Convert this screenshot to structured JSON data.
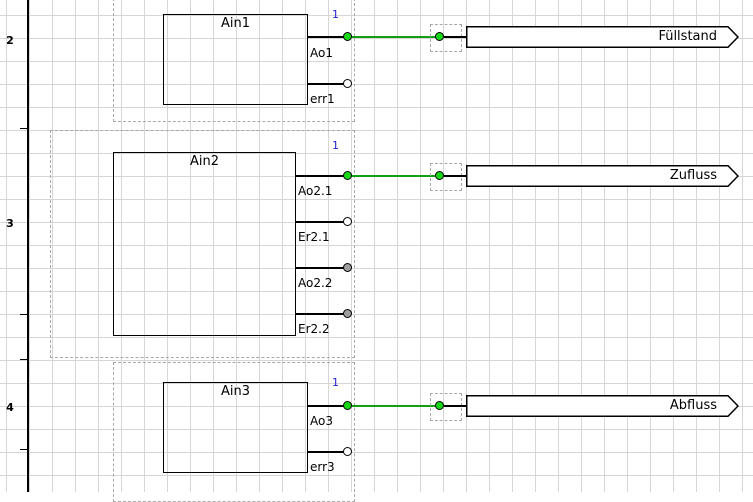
{
  "rows": [
    {
      "label": "2"
    },
    {
      "label": "3"
    },
    {
      "label": "4"
    }
  ],
  "blocks": [
    {
      "title": "Ain1",
      "pin_number": "1",
      "pins": [
        {
          "label": "Ao1",
          "state": "green"
        },
        {
          "label": "err1",
          "state": "white"
        }
      ],
      "output_label": "Füllstand"
    },
    {
      "title": "Ain2",
      "pin_number": "1",
      "pins": [
        {
          "label": "Ao2.1",
          "state": "green"
        },
        {
          "label": "Er2.1",
          "state": "white"
        },
        {
          "label": "Ao2.2",
          "state": "grey"
        },
        {
          "label": "Er2.2",
          "state": "grey"
        }
      ],
      "output_label": "Zufluss"
    },
    {
      "title": "Ain3",
      "pin_number": "1",
      "pins": [
        {
          "label": "Ao3",
          "state": "green"
        },
        {
          "label": "err3",
          "state": "white"
        }
      ],
      "output_label": "Abfluss"
    }
  ],
  "colors": {
    "wire": "#10a010",
    "pin_active": "#16d816",
    "pin_inactive": "#9e9e9e",
    "pin_number": "#2020d0",
    "grid": "#d6d6d6"
  }
}
